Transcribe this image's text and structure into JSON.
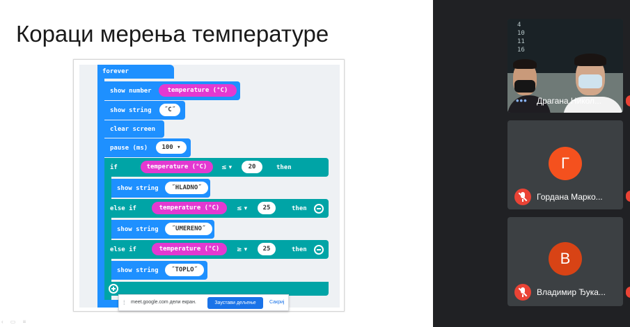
{
  "slide": {
    "title": "Кораци мерења температуре"
  },
  "blocks": {
    "forever": "forever",
    "show_number": "show number",
    "temperature": "temperature (°C)",
    "show_string_1": "show string",
    "string_c": "˝C˝",
    "clear_screen": "clear screen",
    "pause": "pause (ms)",
    "pause_value": "100 ▾",
    "if_label": "if",
    "then_label": "then",
    "op_le": "≤ ▾",
    "op_ge": "≥ ▾",
    "num_20": "20",
    "num_25": "25",
    "show_string": "show string",
    "str_hladno": "˝HLADNO˝",
    "else_if": "else if",
    "str_umereno": "˝UMERENO˝",
    "str_toplo": "˝TOPLO˝"
  },
  "share_bar": {
    "message": "meet.google.com дели екран.",
    "stop_label": "Заустави дељење",
    "hide_label": "Сакриј"
  },
  "participants": [
    {
      "name": "Драгана Никол...",
      "has_video": true
    },
    {
      "name": "Гордана Марко...",
      "initial": "Г",
      "avatar_color": "#f4511e"
    },
    {
      "name": "Владимир Ђука...",
      "initial": "В",
      "avatar_color": "#d84315"
    }
  ],
  "video": {
    "board_marks": [
      "4",
      "10",
      "11",
      "16"
    ]
  }
}
